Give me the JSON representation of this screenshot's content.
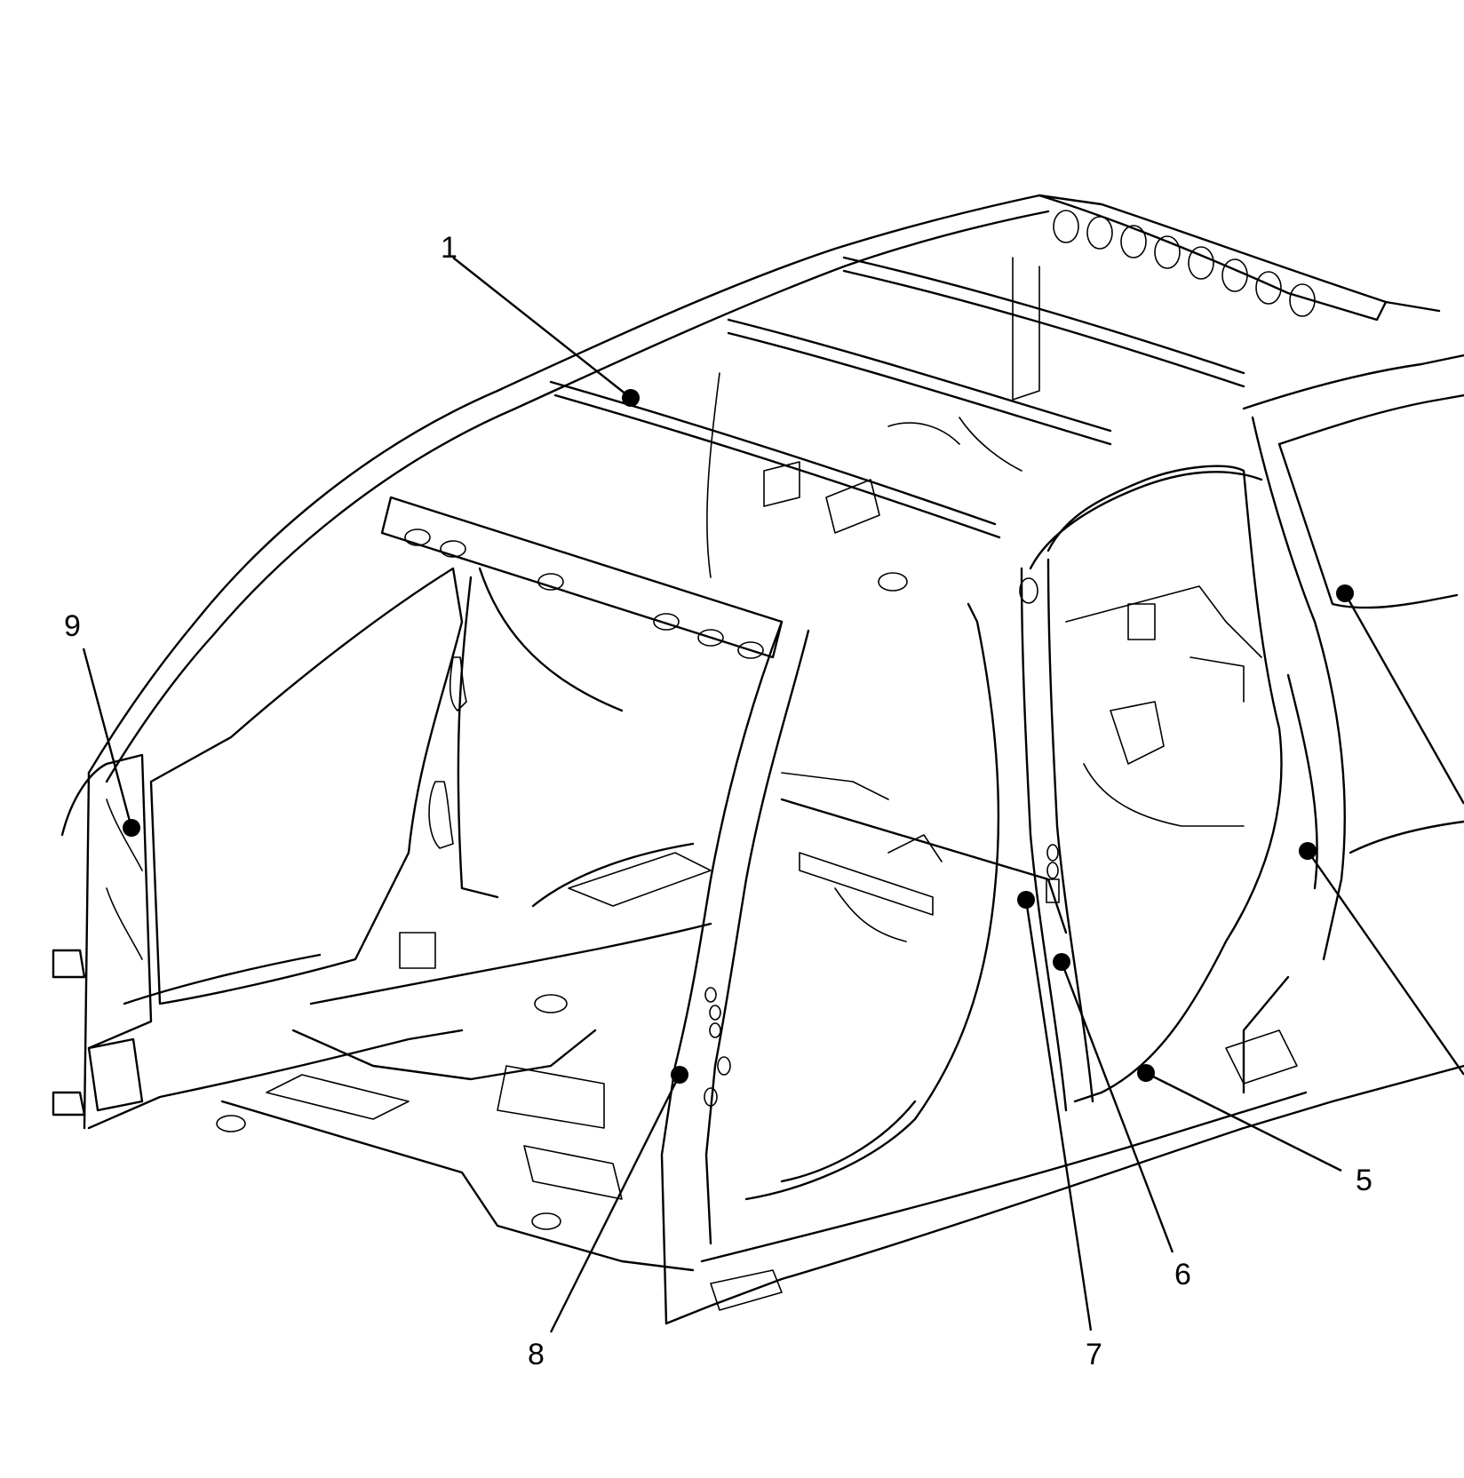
{
  "figure": {
    "line_color": "#000000",
    "background": "#ffffff",
    "subject_icon": "vehicle-body-structure-icon"
  },
  "callouts": {
    "c1": "1",
    "c5": "5",
    "c6": "6",
    "c7": "7",
    "c8": "8",
    "c9": "9"
  }
}
